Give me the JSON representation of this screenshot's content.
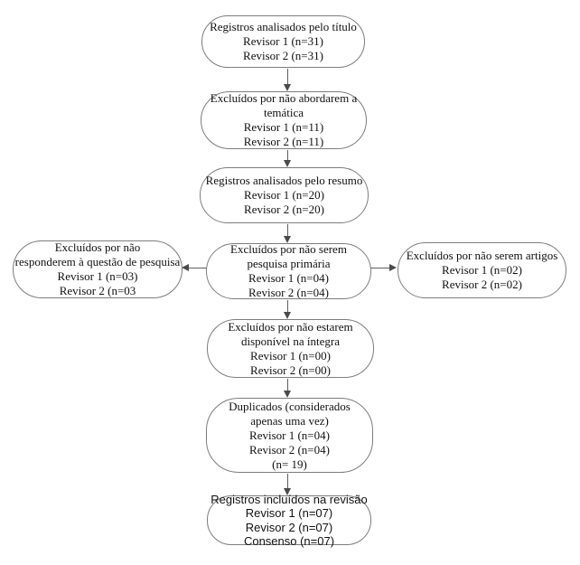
{
  "diagram": {
    "type": "flowchart",
    "language": "pt-BR",
    "colors": {
      "background": "#ffffff",
      "node_fill": "#ffffff",
      "node_border": "#7d7d7d",
      "arrow": "#4a4a4a",
      "text": "#111111"
    },
    "nodes": [
      {
        "name": "registros-analisados-titulo",
        "lines": [
          "Registros analisados pelo título",
          "Revisor 1 (n=31)",
          "Revisor 2 (n=31)"
        ]
      },
      {
        "name": "excluidos-tematica",
        "lines": [
          "Excluídos por não abordarem a",
          "temática",
          "Revisor 1 (n=11)",
          "Revisor 2 (n=11)"
        ]
      },
      {
        "name": "registros-analisados-resumo",
        "lines": [
          "Registros analisados pelo resumo",
          "Revisor 1 (n=20)",
          "Revisor 2 (n=20)"
        ]
      },
      {
        "name": "excluidos-pesquisa-primaria",
        "lines": [
          "Excluídos por não serem",
          "pesquisa primária",
          "Revisor 1 (n=04)",
          "Revisor 2 (n=04)"
        ]
      },
      {
        "name": "excluidos-questao-pesquisa",
        "lines": [
          "Excluídos por não",
          "responderem à questão de pesquisa",
          "Revisor 1 (n=03)",
          "Revisor 2 (n=03"
        ]
      },
      {
        "name": "excluidos-nao-artigos",
        "lines": [
          "Excluídos por não serem artigos",
          "Revisor 1 (n=02)",
          "Revisor 2 (n=02)"
        ]
      },
      {
        "name": "excluidos-integra",
        "lines": [
          "Excluídos por não estarem",
          "disponível na íntegra",
          "Revisor 1 (n=00)",
          "Revisor 2 (n=00)"
        ]
      },
      {
        "name": "duplicados",
        "lines": [
          "Duplicados (considerados",
          "apenas uma vez)",
          "Revisor 1 (n=04)",
          "Revisor 2 (n=04)",
          "(n= 19)"
        ]
      },
      {
        "name": "registros-incluidos",
        "lines": [
          "Registros incluídos na revisão",
          "Revisor 1 (n=07)",
          "Revisor 2 (n=07)",
          "Consenso (n=07)"
        ]
      }
    ],
    "edges": [
      {
        "from": "registros-analisados-titulo",
        "to": "excluidos-tematica",
        "direction": "down"
      },
      {
        "from": "excluidos-tematica",
        "to": "registros-analisados-resumo",
        "direction": "down"
      },
      {
        "from": "registros-analisados-resumo",
        "to": "excluidos-pesquisa-primaria",
        "direction": "down"
      },
      {
        "from": "excluidos-pesquisa-primaria",
        "to": "excluidos-questao-pesquisa",
        "direction": "left"
      },
      {
        "from": "excluidos-pesquisa-primaria",
        "to": "excluidos-nao-artigos",
        "direction": "right"
      },
      {
        "from": "excluidos-pesquisa-primaria",
        "to": "excluidos-integra",
        "direction": "down"
      },
      {
        "from": "excluidos-integra",
        "to": "duplicados",
        "direction": "down"
      },
      {
        "from": "duplicados",
        "to": "registros-incluidos",
        "direction": "down"
      }
    ]
  }
}
